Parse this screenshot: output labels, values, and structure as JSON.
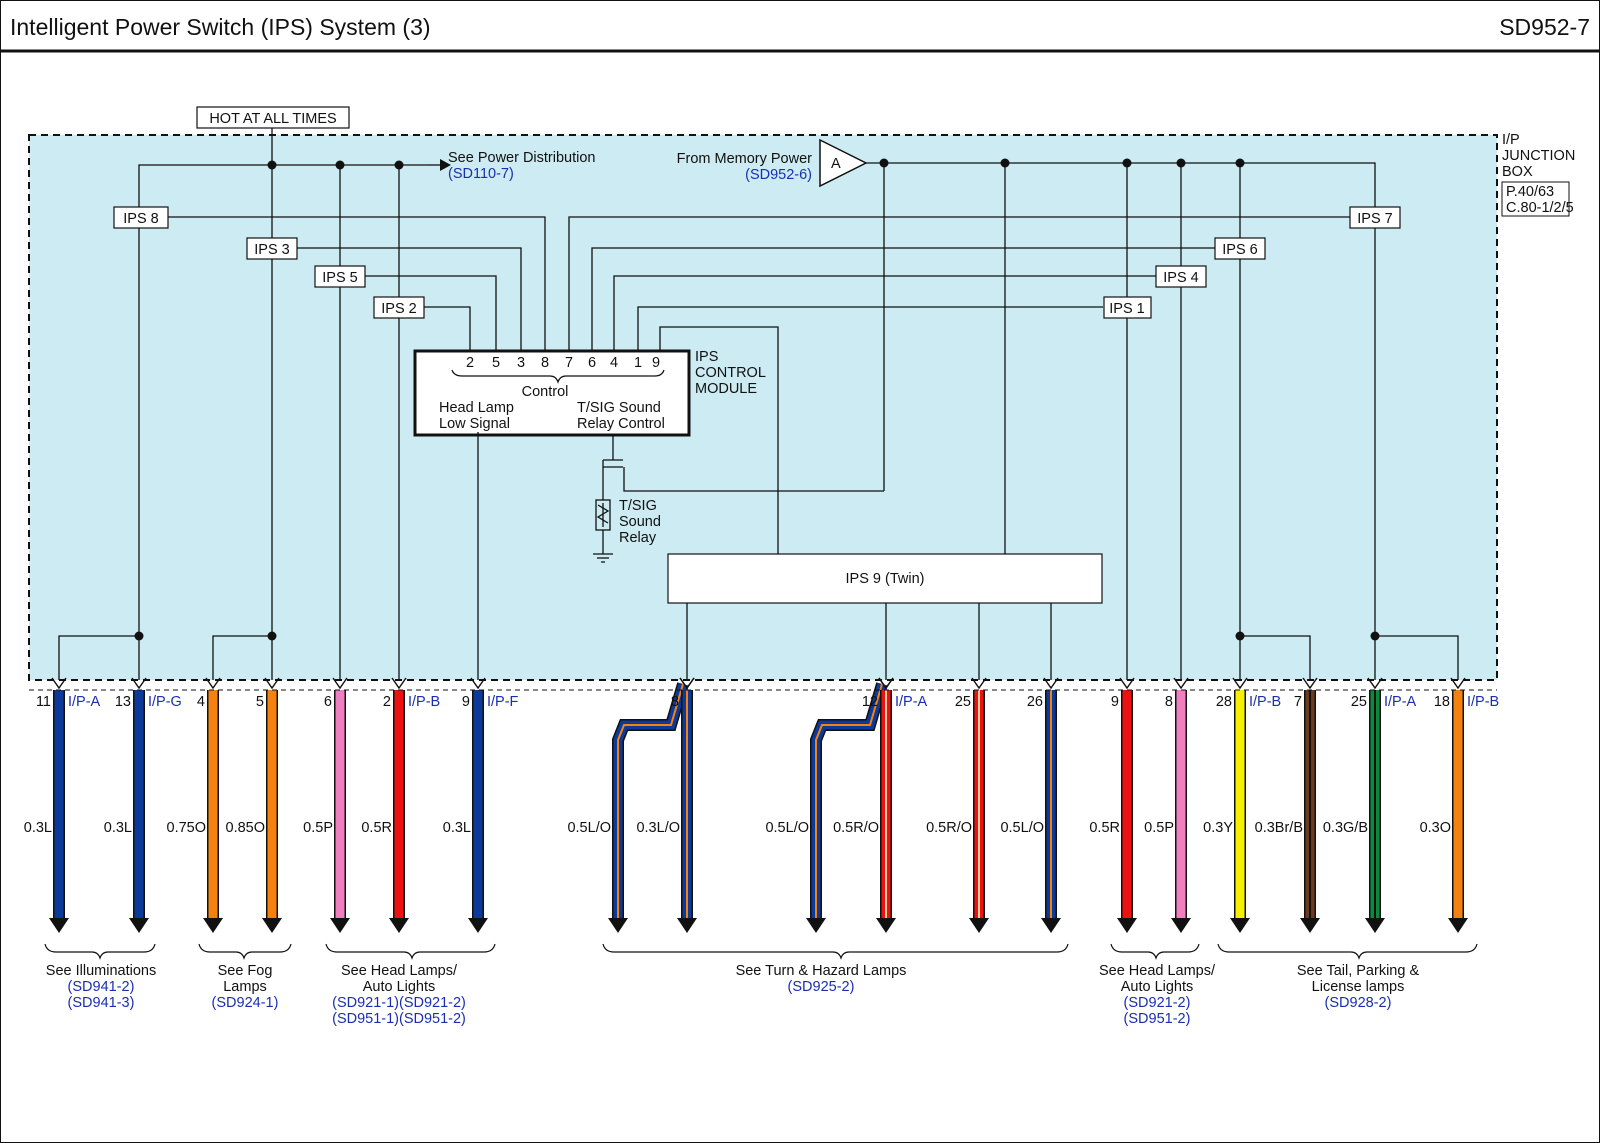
{
  "header": {
    "title": "Intelligent Power Switch (IPS) System (3)",
    "code": "SD952-7"
  },
  "hot_label": "HOT AT ALL TIMES",
  "power_dist": {
    "label": "See Power Distribution",
    "ref": "(SD110-7)"
  },
  "memory_power": {
    "label": "From Memory Power",
    "ref": "(SD952-6)",
    "connector": "A"
  },
  "junction_box": {
    "lines": [
      "I/P",
      "JUNCTION",
      "BOX"
    ],
    "refs": [
      "P.40/63",
      "C.80-1/2/5"
    ]
  },
  "ips_labels": [
    "IPS 8",
    "IPS 3",
    "IPS 5",
    "IPS 2",
    "IPS 7",
    "IPS 6",
    "IPS 4",
    "IPS 1"
  ],
  "module": {
    "name_lines": [
      "IPS",
      "CONTROL",
      "MODULE"
    ],
    "pins": [
      "2",
      "5",
      "3",
      "8",
      "7",
      "6",
      "4",
      "1",
      "9"
    ],
    "control": "Control",
    "left_lines": [
      "Head Lamp",
      "Low Signal"
    ],
    "right_lines": [
      "T/SIG Sound",
      "Relay Control"
    ]
  },
  "relay_lines": [
    "T/SIG",
    "Sound",
    "Relay"
  ],
  "ips9": "IPS 9 (Twin)",
  "outputs": [
    {
      "pin": "11",
      "conn": "I/P-A",
      "wire": "0.3L",
      "color": "#0d3a99"
    },
    {
      "pin": "13",
      "conn": "I/P-G",
      "wire": "0.3L",
      "color": "#0d3a99"
    },
    {
      "pin": "4",
      "conn": "",
      "wire": "0.75O",
      "color": "#f5820f"
    },
    {
      "pin": "5",
      "conn": "",
      "wire": "0.85O",
      "color": "#f5820f"
    },
    {
      "pin": "6",
      "conn": "",
      "wire": "0.5P",
      "color": "#f07fbf"
    },
    {
      "pin": "2",
      "conn": "I/P-B",
      "wire": "0.5R",
      "color": "#ee1111"
    },
    {
      "pin": "9",
      "conn": "I/P-F",
      "wire": "0.3L",
      "color": "#0d3a99"
    },
    {
      "pin": "",
      "conn": "",
      "wire": "0.5L/O",
      "color": "#0d3a99"
    },
    {
      "pin": "8",
      "conn": "",
      "wire": "0.3L/O",
      "color": "#0d3a99"
    },
    {
      "pin": "",
      "conn": "",
      "wire": "0.5L/O",
      "color": "#0d3a99"
    },
    {
      "pin": "12",
      "conn": "I/P-A",
      "wire": "0.5R/O",
      "color": "#ee1111"
    },
    {
      "pin": "25",
      "conn": "",
      "wire": "0.5R/O",
      "color": "#ee1111"
    },
    {
      "pin": "26",
      "conn": "",
      "wire": "0.5L/O",
      "color": "#0d3a99"
    },
    {
      "pin": "9",
      "conn": "",
      "wire": "0.5R",
      "color": "#ee1111"
    },
    {
      "pin": "8",
      "conn": "",
      "wire": "0.5P",
      "color": "#f07fbf"
    },
    {
      "pin": "28",
      "conn": "I/P-B",
      "wire": "0.3Y",
      "color": "#f6f000"
    },
    {
      "pin": "7",
      "conn": "",
      "wire": "0.3Br/B",
      "color": "#6b3a1f"
    },
    {
      "pin": "25",
      "conn": "I/P-A",
      "wire": "0.3G/B",
      "color": "#0a8a3a"
    },
    {
      "pin": "18",
      "conn": "I/P-B",
      "wire": "0.3O",
      "color": "#f5820f"
    }
  ],
  "groups": [
    {
      "lines": [
        "See Illuminations"
      ],
      "refs": [
        "(SD941-2)",
        "(SD941-3)"
      ]
    },
    {
      "lines": [
        "See Fog",
        "Lamps"
      ],
      "refs": [
        "(SD924-1)"
      ]
    },
    {
      "lines": [
        "See Head Lamps/",
        "Auto Lights"
      ],
      "refs": [
        "(SD921-1)(SD921-2)",
        "(SD951-1)(SD951-2)"
      ]
    },
    {
      "lines": [
        "See Turn & Hazard Lamps"
      ],
      "refs": [
        "(SD925-2)"
      ]
    },
    {
      "lines": [
        "See Head Lamps/",
        "Auto Lights"
      ],
      "refs": [
        "(SD921-2)",
        "(SD951-2)"
      ]
    },
    {
      "lines": [
        "See Tail, Parking &",
        "License lamps"
      ],
      "refs": [
        "(SD928-2)"
      ]
    }
  ],
  "colors": {
    "box_fill": "#cdebf2",
    "ref_text": "#1a2fb0",
    "blue_wire": "#0d3a99",
    "orange_wire": "#f5820f",
    "pink_wire": "#f07fbf",
    "red_wire": "#ee1111",
    "yellow_wire": "#f6f000",
    "brown_wire": "#6b3a1f",
    "green_wire": "#0a8a3a"
  }
}
